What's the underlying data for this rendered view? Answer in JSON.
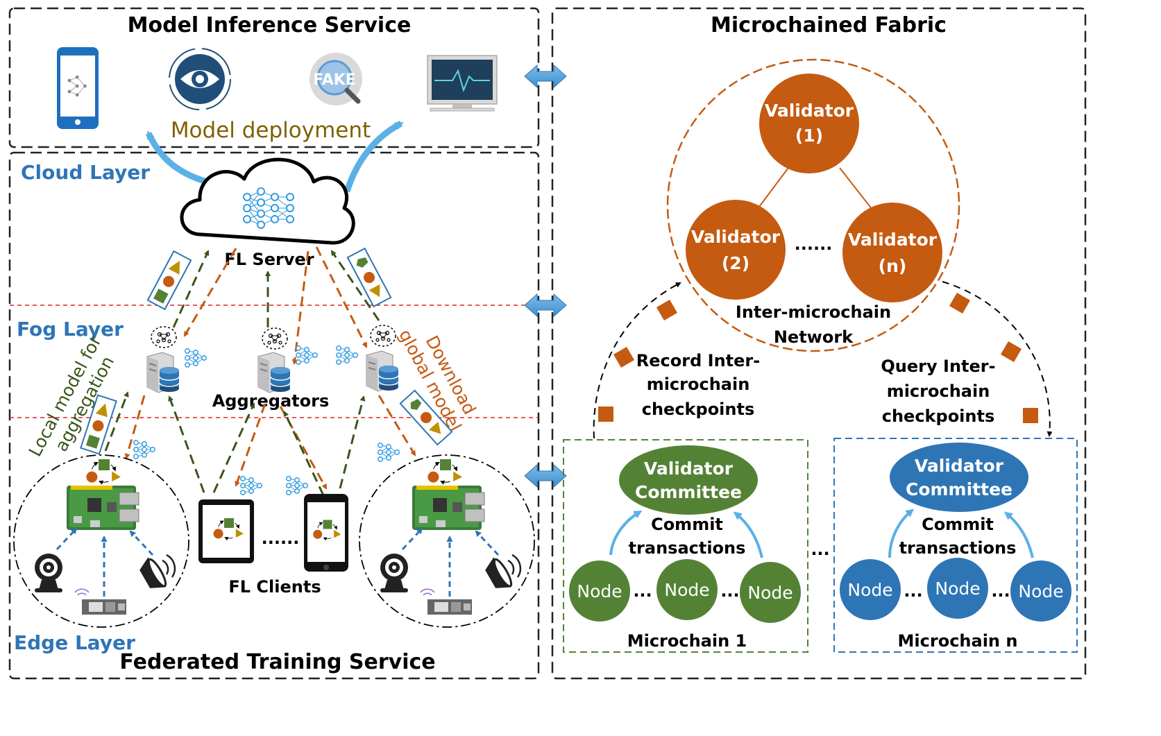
{
  "colors": {
    "orange": "#c55a11",
    "green": "#548235",
    "blue": "#2e75b6",
    "lightblue": "#5b9bd5",
    "olive": "#7f6000",
    "brownText": "#c55a11",
    "darkGreenText": "#38571a",
    "cloudLayerText": "#2e75b6"
  },
  "sections": {
    "model_inference": "Model Inference Service",
    "microchained_fabric": "Microchained Fabric",
    "federated_training": "Federated Training Service"
  },
  "layers": {
    "cloud": "Cloud Layer",
    "fog": "Fog Layer",
    "edge": "Edge Layer"
  },
  "labels": {
    "model_deployment": "Model deployment",
    "fl_server": "FL Server",
    "aggregators": "Aggregators",
    "fl_clients": "FL Clients",
    "local_model_1": "Local model for",
    "local_model_2": "aggregation",
    "download_1": "Download",
    "download_2": "global model",
    "fake": "FAKE",
    "dots": "......"
  },
  "validators": {
    "v1": [
      "Validator",
      "(1)"
    ],
    "v2": [
      "Validator",
      "(2)"
    ],
    "vn": [
      "Validator",
      "(n)"
    ],
    "dots": "......",
    "network_1": "Inter-microchain",
    "network_2": "Network"
  },
  "checkpoints": {
    "record": [
      "Record Inter-",
      "microchain",
      "checkpoints"
    ],
    "query": [
      "Query Inter-",
      "microchain",
      "checkpoints"
    ]
  },
  "microchains": [
    {
      "committee": [
        "Validator",
        "Committee"
      ],
      "commit": [
        "Commit",
        "transactions"
      ],
      "nodes": [
        "Node",
        "Node",
        "Node"
      ],
      "node_sep": "...",
      "name": "Microchain 1"
    },
    {
      "committee": [
        "Validator",
        "Committee"
      ],
      "commit": [
        "Commit",
        "transactions"
      ],
      "nodes": [
        "Node",
        "Node",
        "Node"
      ],
      "node_sep": "...",
      "name": "Microchain n"
    }
  ],
  "between_chains": "..."
}
